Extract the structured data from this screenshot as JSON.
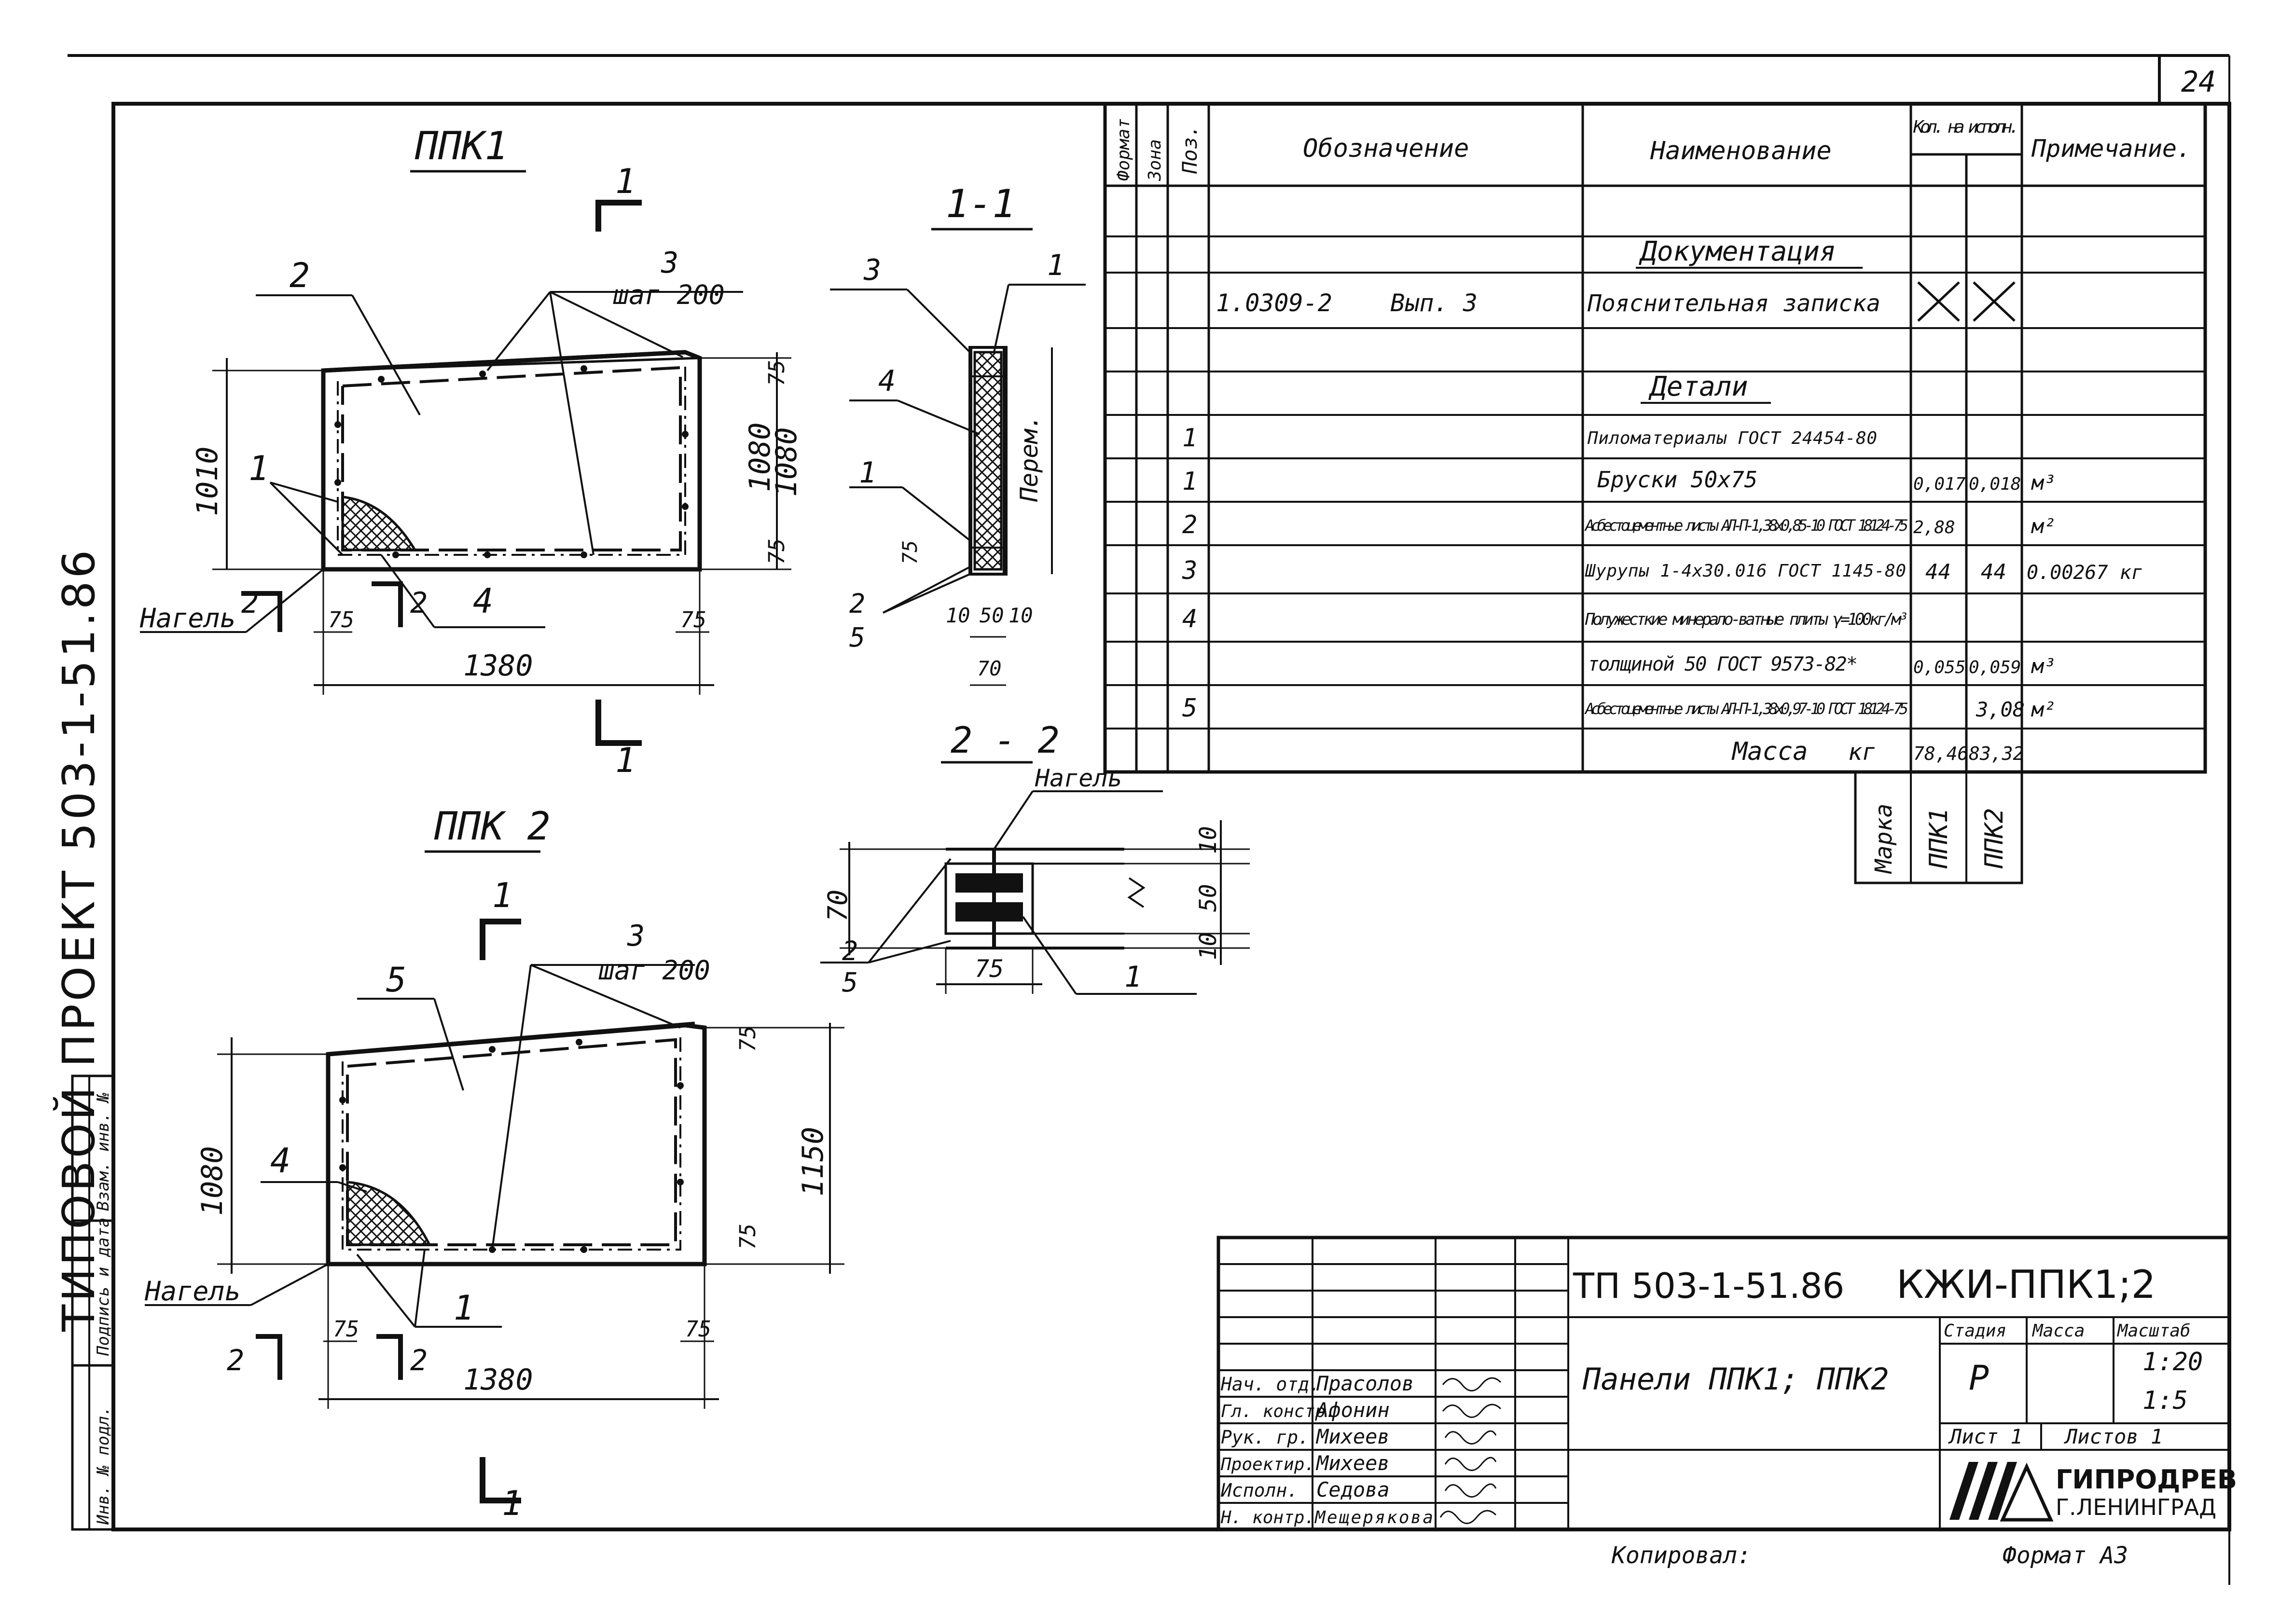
{
  "sheet": {
    "page_number": "24",
    "side_stamp": "ТИПОВОЙ ПРОЕКТ 503-1-51.86",
    "side_columns": [
      "Инв. № подл.",
      "Подпись и дата",
      "Взам. инв. №"
    ]
  },
  "drawing": {
    "ppk1": {
      "title": "ППК1",
      "leaders": {
        "n1": "1",
        "n2": "2",
        "n3": "3",
        "n4": "4"
      },
      "step": "шаг 200",
      "nagel": "Нагель",
      "dims": {
        "w_total": "1380",
        "h_left": "1010",
        "h_right": "1080",
        "e75a": "75",
        "e75b": "75",
        "e75c": "75",
        "e75d": "75"
      },
      "cut_top": "1",
      "cut_bottom": "1",
      "cut_left": "2",
      "cut_right": "2"
    },
    "ppk2": {
      "title": "ППК 2",
      "leaders": {
        "n1": "1",
        "n3": "3",
        "n4": "4",
        "n5": "5"
      },
      "step": "шаг 200",
      "nagel": "Нагель",
      "dims": {
        "w_total": "1380",
        "h_left": "1080",
        "h_right": "1150",
        "e75a": "75",
        "e75b": "75",
        "e75c": "75",
        "e75d": "75"
      },
      "cut_top": "1",
      "cut_bottom": "1",
      "cut_left": "2",
      "cut_right": "2"
    },
    "section11": {
      "title": "1-1",
      "labels": {
        "n3": "3",
        "n1a": "1",
        "n4": "4",
        "n1b": "1",
        "n2": "2",
        "n5": "5"
      },
      "dims": {
        "d75": "75",
        "d10a": "10",
        "d50": "50",
        "d10b": "10",
        "d70": "70",
        "d1080": "1080"
      },
      "perem": "Перем."
    },
    "section22": {
      "title": "2 - 2",
      "nagel": "Нагель",
      "labels": {
        "n2": "2",
        "n5": "5",
        "n1": "1"
      },
      "dims": {
        "d70": "70",
        "d75": "75",
        "d10a": "10",
        "d50": "50",
        "d10b": "10"
      }
    }
  },
  "spec": {
    "headers": {
      "format": "Формат",
      "zone": "Зона",
      "pos": "Поз.",
      "designation": "Обозначение",
      "name": "Наименование",
      "qty_top": "Кол. на исполн.",
      "note": "Примечание."
    },
    "doc_section": "Документация",
    "doc_row": {
      "designation": "1.0309-2    Вып. 3",
      "name": "Пояснительная записка"
    },
    "details_section": "Детали",
    "rows": [
      {
        "pos": "1",
        "name": "Пиломатериалы ГОСТ 24454-80",
        "q1": "",
        "q2": "",
        "note": ""
      },
      {
        "pos": "1",
        "name": "Бруски 50х75",
        "q1": "0,017",
        "q2": "0,018",
        "note": "м³"
      },
      {
        "pos": "2",
        "name": "Асбестоцементные листы АЛ-П-1,38х0,85-10 ГОСТ 18124-75",
        "q1": "2,88",
        "q2": "",
        "note": "м²"
      },
      {
        "pos": "3",
        "name": "Шурупы 1-4х30.016 ГОСТ 1145-80",
        "q1": "44",
        "q2": "44",
        "note": "0.00267 кг"
      },
      {
        "pos": "4",
        "name": "Полужесткие минерало-ватные плиты γ=100кг/м³",
        "q1": "",
        "q2": "",
        "note": ""
      },
      {
        "pos": "",
        "name": "толщиной 50 ГОСТ 9573-82*",
        "q1": "0,055",
        "q2": "0,059",
        "note": "м³"
      },
      {
        "pos": "5",
        "name": "Асбестоцементные листы АЛ-П-1,38х0,97-10 ГОСТ 18124-75",
        "q1": "",
        "q2": "3,08",
        "note": "м²"
      }
    ],
    "mass_row": {
      "label": "Масса",
      "unit": "кг",
      "q1": "78,46",
      "q2": "83,32"
    },
    "marka": {
      "label": "Марка",
      "m1": "ППК1",
      "m2": "ППК2"
    }
  },
  "title_block": {
    "doc_number": "ТП 503-1-51.86",
    "doc_code": "КЖИ-ППК1;2",
    "doc_title": "Панели ППК1; ППК2",
    "stage_h": "Стадия",
    "mass_h": "Масса",
    "scale_h": "Масштаб",
    "stage": "Р",
    "scale1": "1:20",
    "scale2": "1:5",
    "sheet_label": "Лист 1",
    "sheets_label": "Листов 1",
    "org1": "ГИПРОДРЕВ",
    "org2": "Г.ЛЕНИНГРАД",
    "people": [
      {
        "role": "Нач. отд.",
        "name": "Прасолов"
      },
      {
        "role": "Гл. констр.",
        "name": "Афонин"
      },
      {
        "role": "Рук. гр.",
        "name": "Михеев"
      },
      {
        "role": "Проектир.",
        "name": "Михеев"
      },
      {
        "role": "Исполн.",
        "name": "Седова"
      },
      {
        "role": "Н. контр.",
        "name": "Мещерякова"
      }
    ],
    "copied": "Копировал:",
    "format": "Формат А3"
  }
}
